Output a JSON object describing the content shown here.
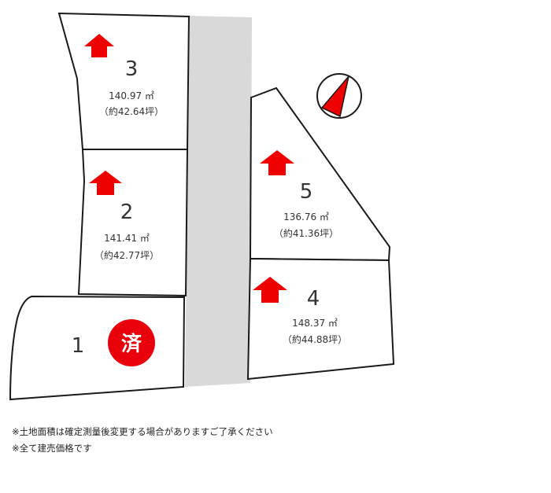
{
  "lots": [
    {
      "number": "3",
      "area": "140.97 ㎡",
      "tsubo": "（約42.64坪）",
      "sold": false
    },
    {
      "number": "2",
      "area": "141.41 ㎡",
      "tsubo": "（約42.77坪）",
      "sold": false
    },
    {
      "number": "1",
      "area": "",
      "tsubo": "",
      "sold": true,
      "sold_label": "済"
    },
    {
      "number": "5",
      "area": "136.76 ㎡",
      "tsubo": "（約41.36坪）",
      "sold": false
    },
    {
      "number": "4",
      "area": "148.37 ㎡",
      "tsubo": "（約44.88坪）",
      "sold": false
    }
  ],
  "notes": [
    "※土地面積は確定測量後変更する場合がありますご了承ください",
    "※全て建売価格です"
  ],
  "colors": {
    "arrow": "#ee0000",
    "sold_badge": "#e8000a",
    "road": "#d9d9d9",
    "lot_border": "#1a1a1a"
  },
  "compass_icon": "north-arrow-icon"
}
